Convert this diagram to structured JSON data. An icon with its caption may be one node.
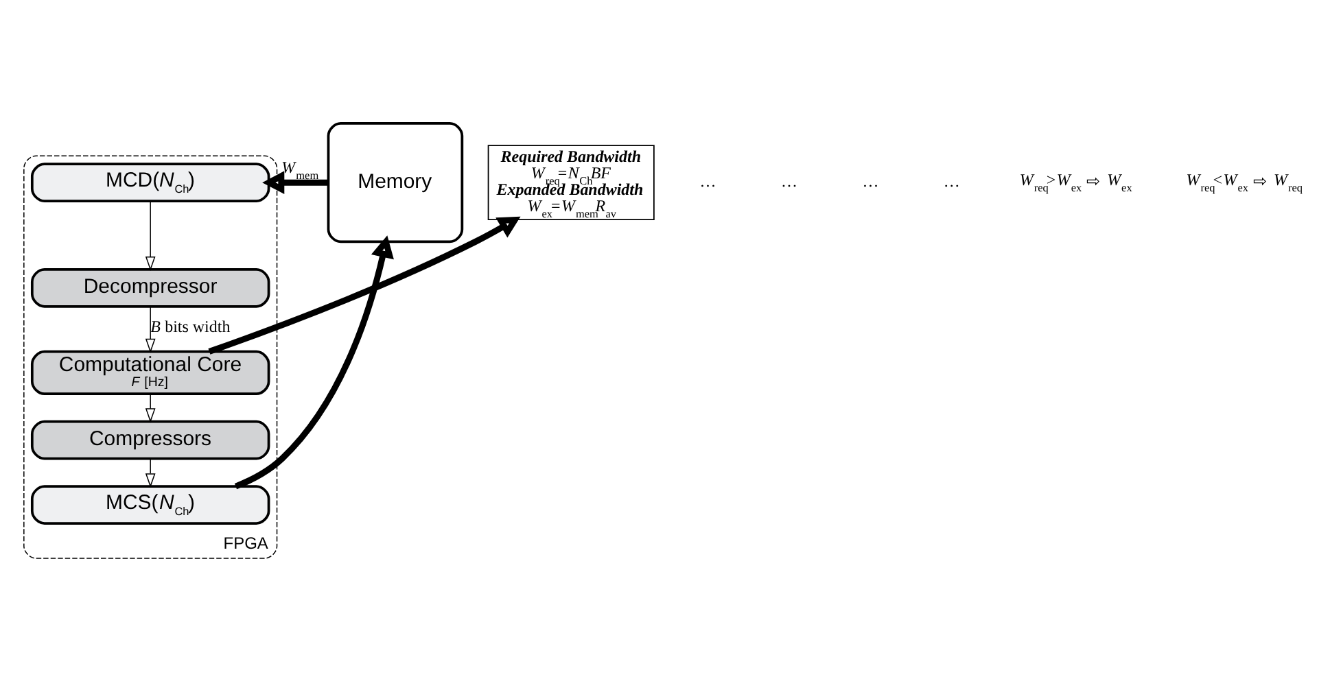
{
  "diagram": {
    "nodes": [
      {
        "text": [
          "FPGA"
        ]
      },
      {
        "text": [
          "MCD(*N*$_{Ch}$)"
        ],
        "in": 0
      },
      {
        "text": [
          "Decompressor"
        ],
        "in": 0
      },
      {
        "text": [
          "Computational Core",
          "*F* [Hz]"
        ],
        "in": 0
      },
      {
        "text": [
          "Compressors"
        ],
        "in": 0
      },
      {
        "text": [
          "MCS(*N*$_{Ch}$)"
        ],
        "in": 0
      },
      {
        "text": [
          "Memory"
        ]
      },
      {
        "text": [
          "Required Bandwidth",
          "*W*$_{req}$=*N*$_{Ch}$*BF*",
          "Expanded Bandwidth",
          "*W*$_{ex}$=*W*$_{mem}$*R*$_{av}$"
        ]
      }
    ],
    "edges": [
      {
        "from": 6,
        "to": 1,
        "arrow": "to",
        "style": "thick",
        "label": "*W*$_{mem}$"
      },
      {
        "from": 1,
        "to": 2,
        "arrow": "to"
      },
      {
        "from": 2,
        "to": 3,
        "arrow": "to",
        "label": "*B* bits width"
      },
      {
        "from": 3,
        "to": 4,
        "arrow": "to"
      },
      {
        "from": 4,
        "to": 5,
        "arrow": "to"
      },
      {
        "from": 5,
        "to": 6,
        "arrow": "to",
        "style": "thick"
      },
      {
        "from": 3,
        "to": 7,
        "arrow": "to",
        "style": "thick"
      }
    ],
    "labels": [
      "…",
      "…",
      "…",
      "…",
      "*W*$_{req}$>*W*$_{ex}$ ⇨ *W*$_{ex}$",
      "*W*$_{req}$<*W*$_{ex}$ ⇨ *W*$_{req}$"
    ]
  }
}
